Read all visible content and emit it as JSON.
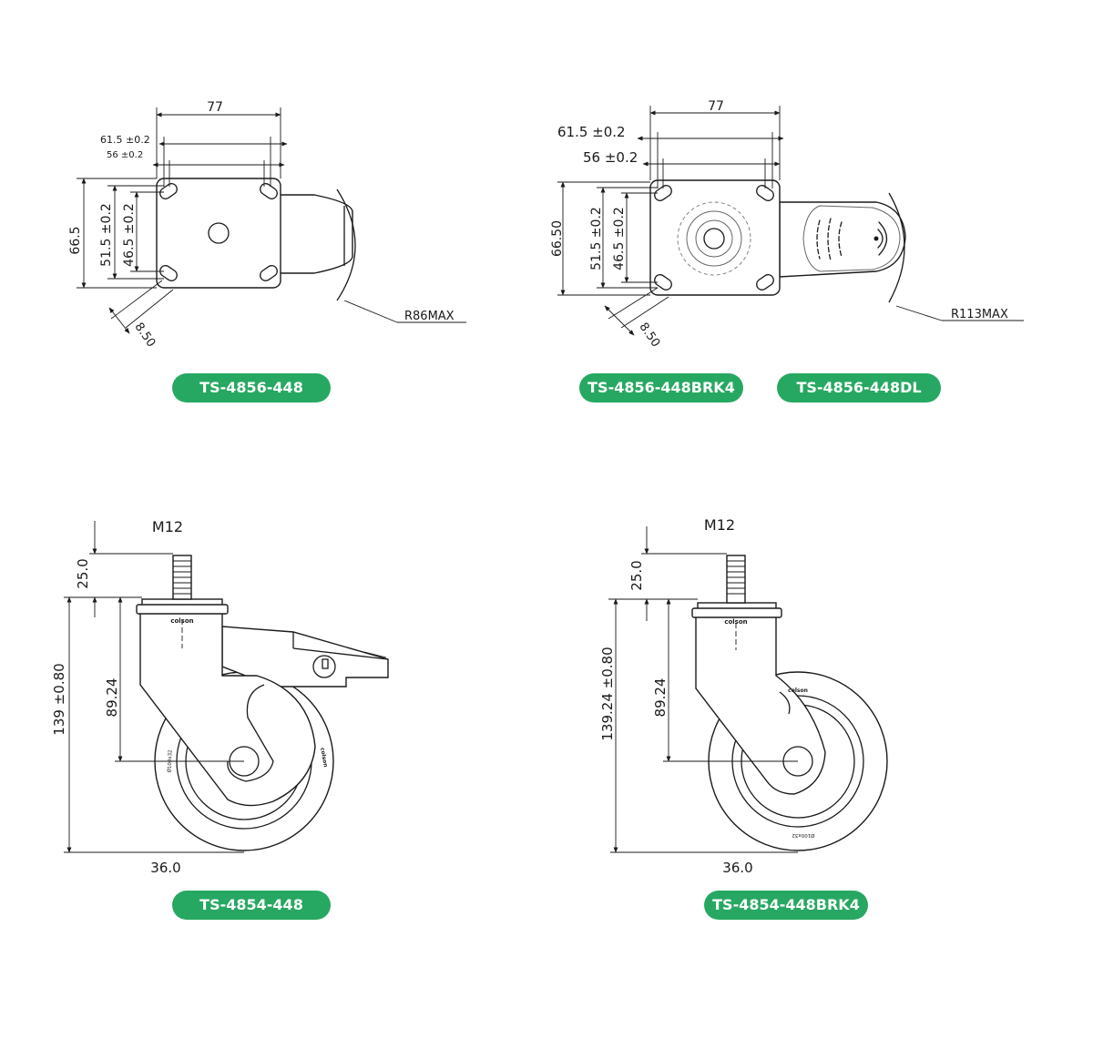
{
  "top_left": {
    "width": "77",
    "hole_span_a": "61.5 ±0.2",
    "hole_span_b": "56 ±0.2",
    "height": "66.5",
    "hole_v_a": "51.5 ±0.2",
    "hole_v_b": "46.5 ±0.2",
    "slot": "8.50",
    "radius": "R86MAX"
  },
  "top_right": {
    "width": "77",
    "hole_span_a": "61.5 ±0.2",
    "hole_span_b": "56 ±0.2",
    "height": "66.50",
    "hole_v_a": "51.5 ±0.2",
    "hole_v_b": "46.5 ±0.2",
    "slot": "8.50",
    "radius": "R113MAX"
  },
  "bottom_left": {
    "thread": "M12",
    "stem": "25.0",
    "overall": "139 ±0.80",
    "axle": "89.24",
    "offset": "36.0",
    "brand": "colson",
    "wheel_mark": "Ø100x32"
  },
  "bottom_right": {
    "thread": "M12",
    "stem": "25.0",
    "overall": "139.24 ±0.80",
    "axle": "89.24",
    "offset": "36.0",
    "brand": "colson",
    "wheel_mark": "Ø100x32"
  },
  "badges": {
    "b1": "TS-4856-448",
    "b2": "TS-4856-448BRK4",
    "b3": "TS-4856-448DL",
    "b4": "TS-4854-448",
    "b5": "TS-4854-448BRK4"
  },
  "colors": {
    "badge": "#27a862",
    "line": "#1a1a1a"
  }
}
